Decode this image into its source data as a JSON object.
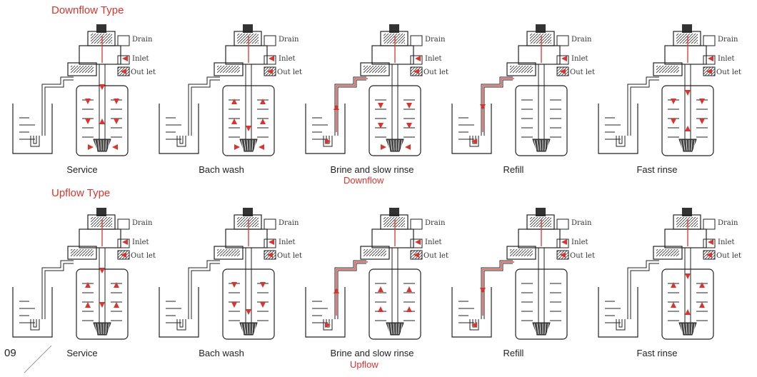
{
  "sections": [
    {
      "title": "Downflow Type",
      "subtitle": "Downflow",
      "stages": [
        "Service",
        "Bach wash",
        "Brine and slow rinse",
        "Refill",
        "Fast rinse"
      ]
    },
    {
      "title": "Upflow Type",
      "subtitle": "Upflow",
      "stages": [
        "Service",
        "Bach wash",
        "Brine and slow rinse",
        "Refill",
        "Fast rinse"
      ]
    }
  ],
  "ports": {
    "drain": "Drain",
    "inlet": "Inlet",
    "outlet": "Out let"
  },
  "page_number": "09",
  "colors": {
    "accent": "#d8352f",
    "line": "#222222"
  }
}
